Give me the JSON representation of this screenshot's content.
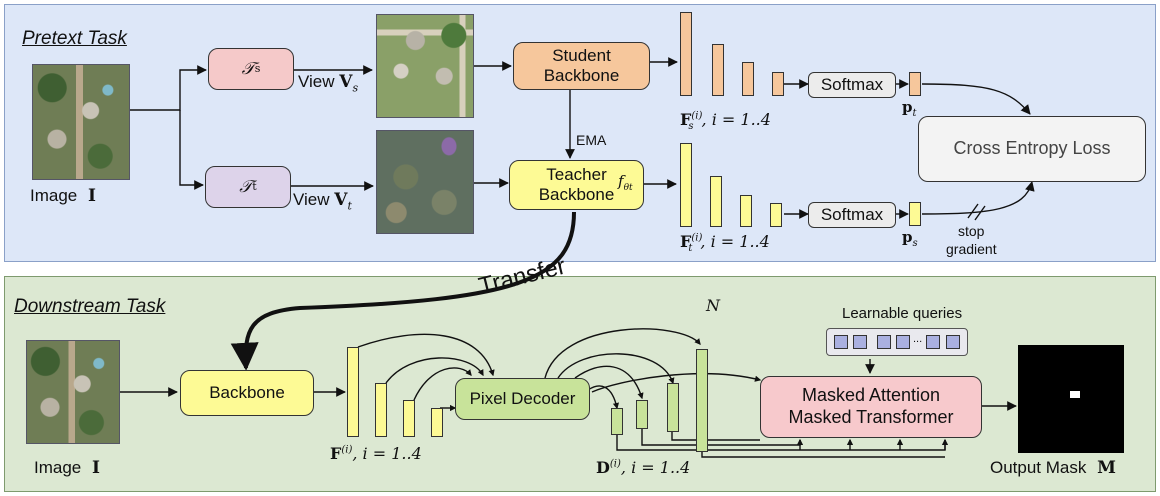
{
  "pretext": {
    "title": "Pretext Task",
    "transform_s": "𝒯",
    "transform_s_sub": "s",
    "transform_t": "𝒯",
    "transform_t_sub": "t",
    "view_s_prefix": "View ",
    "view_s_sym": "V",
    "view_s_sub": "s",
    "view_t_prefix": "View ",
    "view_t_sym": "V",
    "view_t_sub": "t",
    "image_label": "Image",
    "image_sym": "I",
    "student_line1": "Student",
    "student_line2": "Backbone",
    "teacher_line1": "Teacher",
    "teacher_line2": "Backbone",
    "teacher_fn": "f",
    "teacher_fn_sub": "θt",
    "ema": "EMA",
    "softmax_top": "Softmax",
    "softmax_bottom": "Softmax",
    "p_top": "p",
    "p_top_sub": "t",
    "p_bottom": "p",
    "p_bottom_sub": "s",
    "fs_label": "F",
    "fs_sup": "(i)",
    "fs_sub": "s",
    "fs_range": ", i = 1..4",
    "ft_label": "F",
    "ft_sup": "(i)",
    "ft_sub": "t",
    "ft_range": ", i = 1..4",
    "loss": "Cross Entropy Loss",
    "stop_line1": "stop",
    "stop_line2": "gradient"
  },
  "transfer": "Transfer",
  "downstream": {
    "title": "Downstream Task",
    "image_label": "Image",
    "image_sym": "I",
    "backbone": "Backbone",
    "pixel_decoder": "Pixel Decoder",
    "f_label": "F",
    "f_sup": "(i)",
    "f_range": ", i = 1..4",
    "d_label": "D",
    "d_sup": "(i)",
    "d_range": ", i = 1..4",
    "n_label": "N",
    "queries_label": "Learnable queries",
    "queries_ellipsis": "...",
    "masked_line1": "Masked Attention",
    "masked_line2": "Masked Transformer",
    "output_label": "Output Mask",
    "output_sym": "M"
  },
  "colors": {
    "transform_s": "#f5c9c9",
    "transform_t": "#ddd3ea",
    "student": "#f6c79c",
    "teacher": "#fdfa95",
    "decoder": "#c8e39a",
    "masked": "#f7c9cc",
    "loss": "#f3f3f3",
    "softmax": "#ececec",
    "student_feat": "#f6c79c",
    "teacher_feat": "#fdfa95",
    "decoder_feat": "#c8e39a",
    "query": "#aab0e0"
  }
}
